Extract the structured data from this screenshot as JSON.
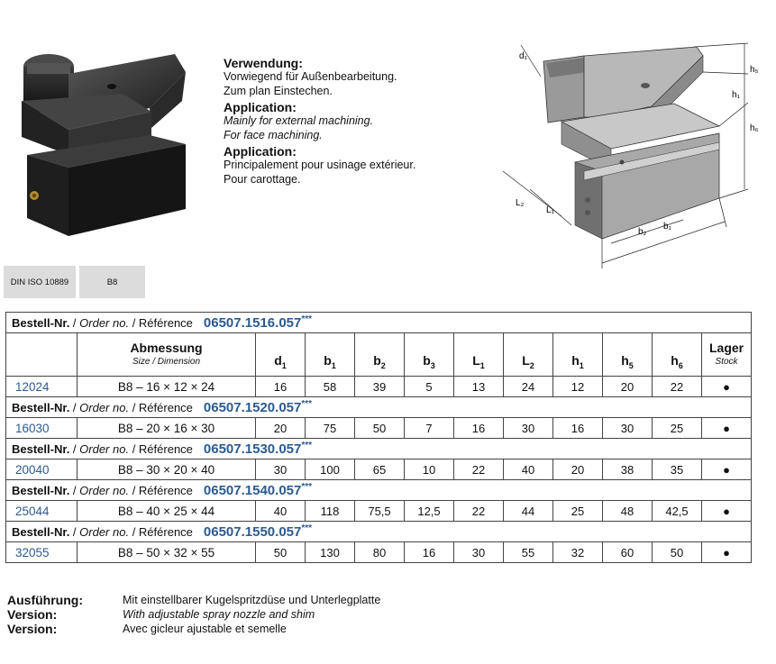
{
  "applications": [
    {
      "heading": "Verwendung:",
      "lines": [
        "Vorwiegend für Außenbearbeitung.",
        "Zum plan Einstechen."
      ],
      "italic": false
    },
    {
      "heading": "Application:",
      "lines": [
        "Mainly for external machining.",
        "For face machining."
      ],
      "italic": true
    },
    {
      "heading": "Application:",
      "lines": [
        "Principalement pour usinage extérieur.",
        "Pour carottage."
      ],
      "italic": false
    }
  ],
  "drawing_labels": {
    "d1": "d₁",
    "h5": "h₅",
    "h1": "h₁",
    "h6": "h₆",
    "l2": "L₂",
    "l1": "L₁",
    "b2": "b₂",
    "b1": "b₁"
  },
  "tags": {
    "standard": "DIN ISO 10889",
    "form": "B8"
  },
  "order": {
    "label_de": "Bestell-Nr.",
    "label_en": "Order no.",
    "label_fr": "Référence",
    "sep": " / ",
    "stars": "***"
  },
  "headers": {
    "dim_de": "Abmessung",
    "dim_en": "Size / Dimension",
    "cols": [
      {
        "s": "d",
        "sub": "1"
      },
      {
        "s": "b",
        "sub": "1"
      },
      {
        "s": "b",
        "sub": "2"
      },
      {
        "s": "b",
        "sub": "3"
      },
      {
        "s": "L",
        "sub": "1"
      },
      {
        "s": "L",
        "sub": "2"
      },
      {
        "s": "h",
        "sub": "1"
      },
      {
        "s": "h",
        "sub": "5"
      },
      {
        "s": "h",
        "sub": "6"
      }
    ],
    "lager_de": "Lager",
    "lager_en": "Stock"
  },
  "rows": [
    {
      "order_no": "06507.1516.057",
      "article": "12024",
      "dimension": "B8 – 16 × 12 × 24",
      "values": [
        "16",
        "58",
        "39",
        "5",
        "13",
        "24",
        "12",
        "20",
        "22"
      ],
      "stock": "●"
    },
    {
      "order_no": "06507.1520.057",
      "article": "16030",
      "dimension": "B8 – 20 × 16 × 30",
      "values": [
        "20",
        "75",
        "50",
        "7",
        "16",
        "30",
        "16",
        "30",
        "25"
      ],
      "stock": "●"
    },
    {
      "order_no": "06507.1530.057",
      "article": "20040",
      "dimension": "B8 – 30 × 20 × 40",
      "values": [
        "30",
        "100",
        "65",
        "10",
        "22",
        "40",
        "20",
        "38",
        "35"
      ],
      "stock": "●"
    },
    {
      "order_no": "06507.1540.057",
      "article": "25044",
      "dimension": "B8 – 40 × 25 × 44",
      "values": [
        "40",
        "118",
        "75,5",
        "12,5",
        "22",
        "44",
        "25",
        "48",
        "42,5"
      ],
      "stock": "●"
    },
    {
      "order_no": "06507.1550.057",
      "article": "32055",
      "dimension": "B8 – 50 × 32 × 55",
      "values": [
        "50",
        "130",
        "80",
        "16",
        "30",
        "55",
        "32",
        "60",
        "50"
      ],
      "stock": "●"
    }
  ],
  "footer": [
    {
      "label": "Ausführung:",
      "text": "Mit einstellbarer Kugelspritzdüse und Unterlegplatte",
      "italic": false
    },
    {
      "label": "Version:",
      "text": "With adjustable spray nozzle and shim",
      "italic": true
    },
    {
      "label": "Version:",
      "text": "Avec gicleur ajustable et semelle",
      "italic": false
    }
  ],
  "colors": {
    "accent": "#2c5a8f",
    "tag_bg": "#dcdcdc",
    "border": "#444444"
  }
}
